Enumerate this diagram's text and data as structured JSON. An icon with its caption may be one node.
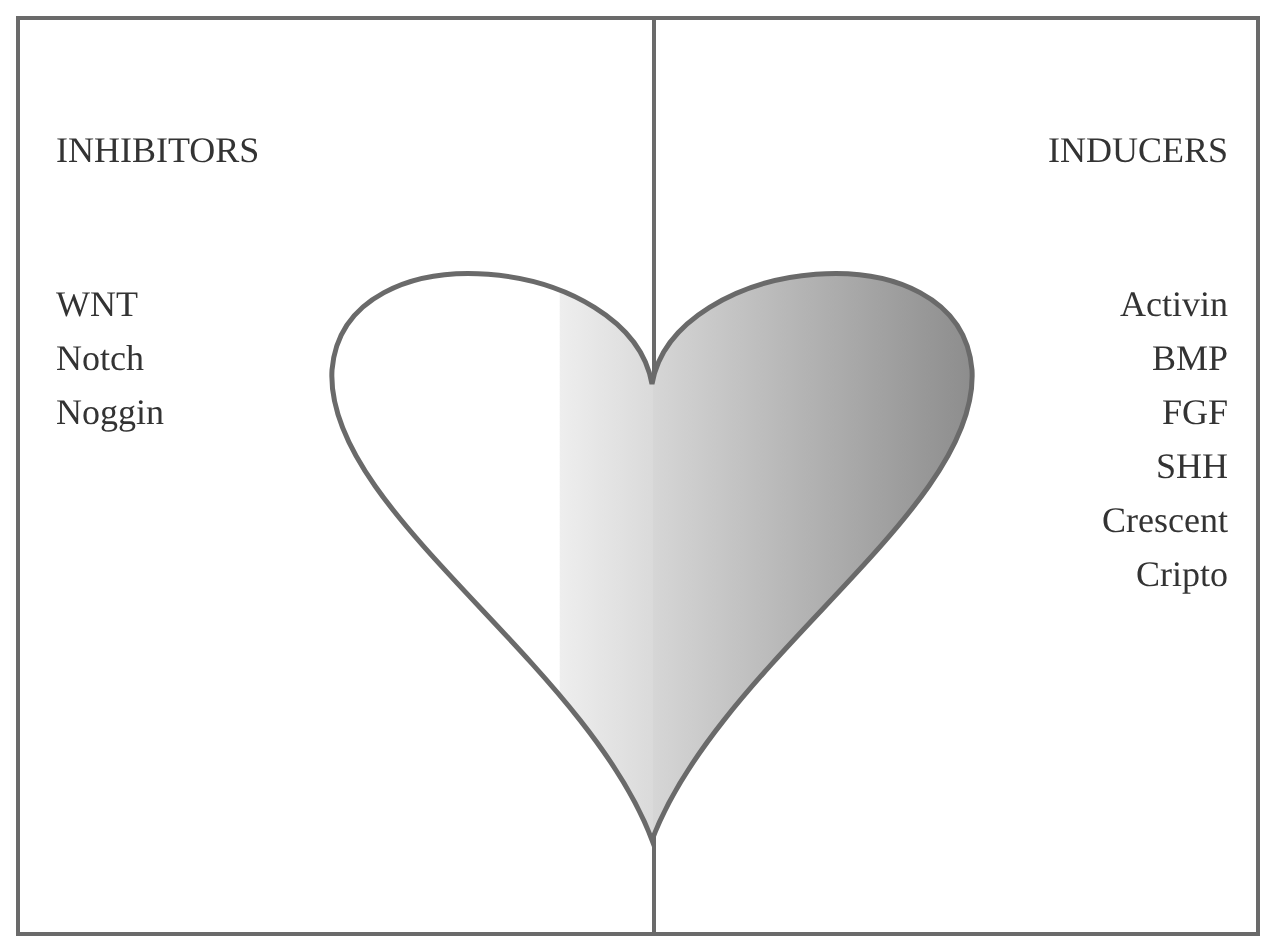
{
  "diagram": {
    "nodes": [
      {
        "text": [
          "INHIBITORS",
          "WNT",
          "Notch",
          "Noggin"
        ]
      },
      {
        "text": [
          "INDUCERS",
          "Activin",
          "BMP",
          "FGF",
          "SHH",
          "Crescent",
          "Cripto"
        ]
      }
    ]
  }
}
